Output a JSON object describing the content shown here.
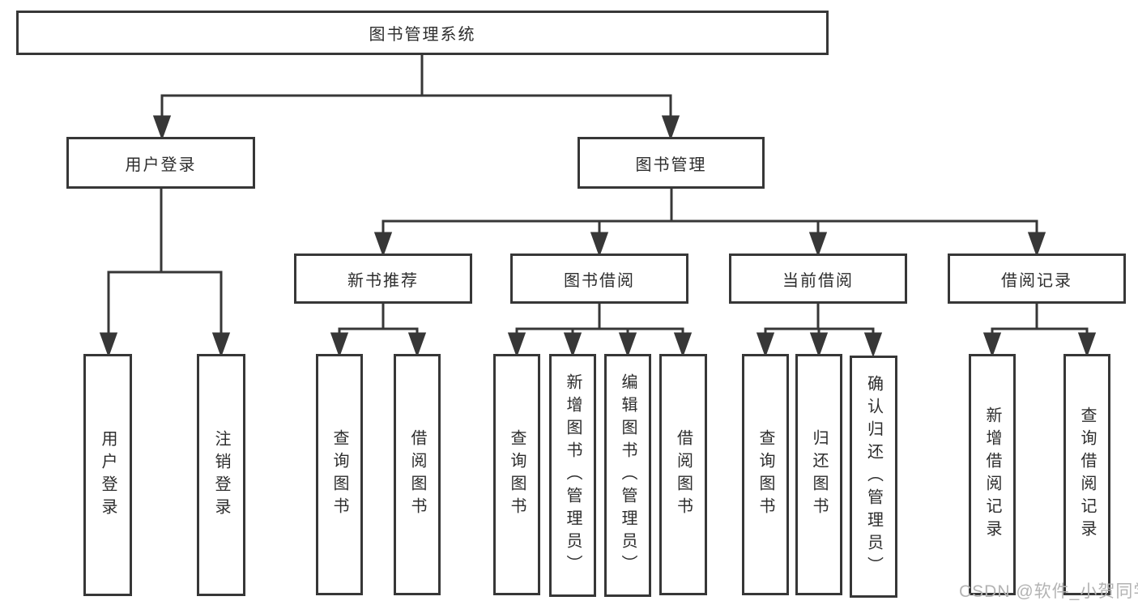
{
  "palette": {
    "line_color": "#373737",
    "text_color": "#2d2d2d",
    "background": "#ffffff",
    "watermark_color": "#b3b3b3"
  },
  "watermark": {
    "text": "CSDN @软件_小贺同学"
  },
  "tree": {
    "label": "图书管理系统",
    "children": [
      {
        "label": "用户登录",
        "children": [
          {
            "label": "用户登录"
          },
          {
            "label": "注销登录"
          }
        ]
      },
      {
        "label": "图书管理",
        "children": [
          {
            "label": "新书推荐",
            "children": [
              {
                "label": "查询图书"
              },
              {
                "label": "借阅图书"
              }
            ]
          },
          {
            "label": "图书借阅",
            "children": [
              {
                "label": "查询图书"
              },
              {
                "label": "新增图书（管理员）"
              },
              {
                "label": "编辑图书（管理员）"
              },
              {
                "label": "借阅图书"
              }
            ]
          },
          {
            "label": "当前借阅",
            "children": [
              {
                "label": "查询图书"
              },
              {
                "label": "归还图书"
              },
              {
                "label": "确认归还（管理员）"
              }
            ]
          },
          {
            "label": "借阅记录",
            "children": [
              {
                "label": "新增借阅记录"
              },
              {
                "label": "查询借阅记录"
              }
            ]
          }
        ]
      }
    ]
  }
}
